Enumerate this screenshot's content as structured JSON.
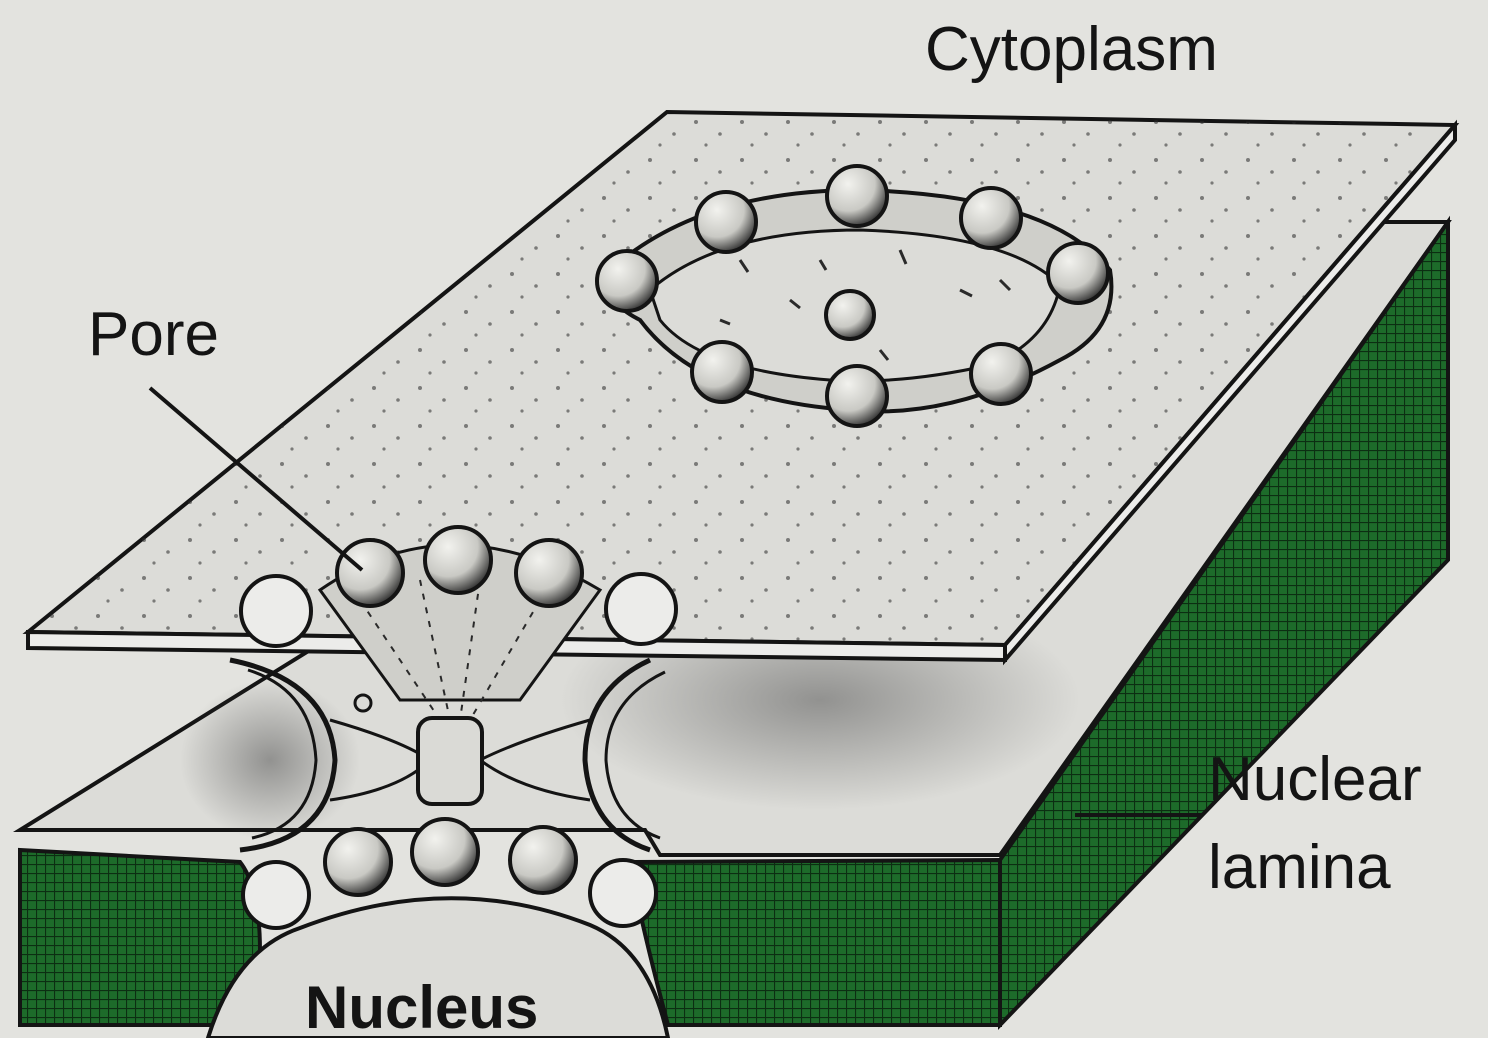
{
  "labels": {
    "cytoplasm": "Cytoplasm",
    "pore": "Pore",
    "nuclear_lamina_line1": "Nuclear",
    "nuclear_lamina_line2": "lamina",
    "nucleus": "Nucleus"
  },
  "colors": {
    "background": "#e3e3df",
    "membrane_fill": "#dcdcd8",
    "outline": "#141414",
    "lamina_green": "#1d6b2a",
    "lamina_dark": "#0f3d17",
    "granule_fill": "#dadad6"
  }
}
